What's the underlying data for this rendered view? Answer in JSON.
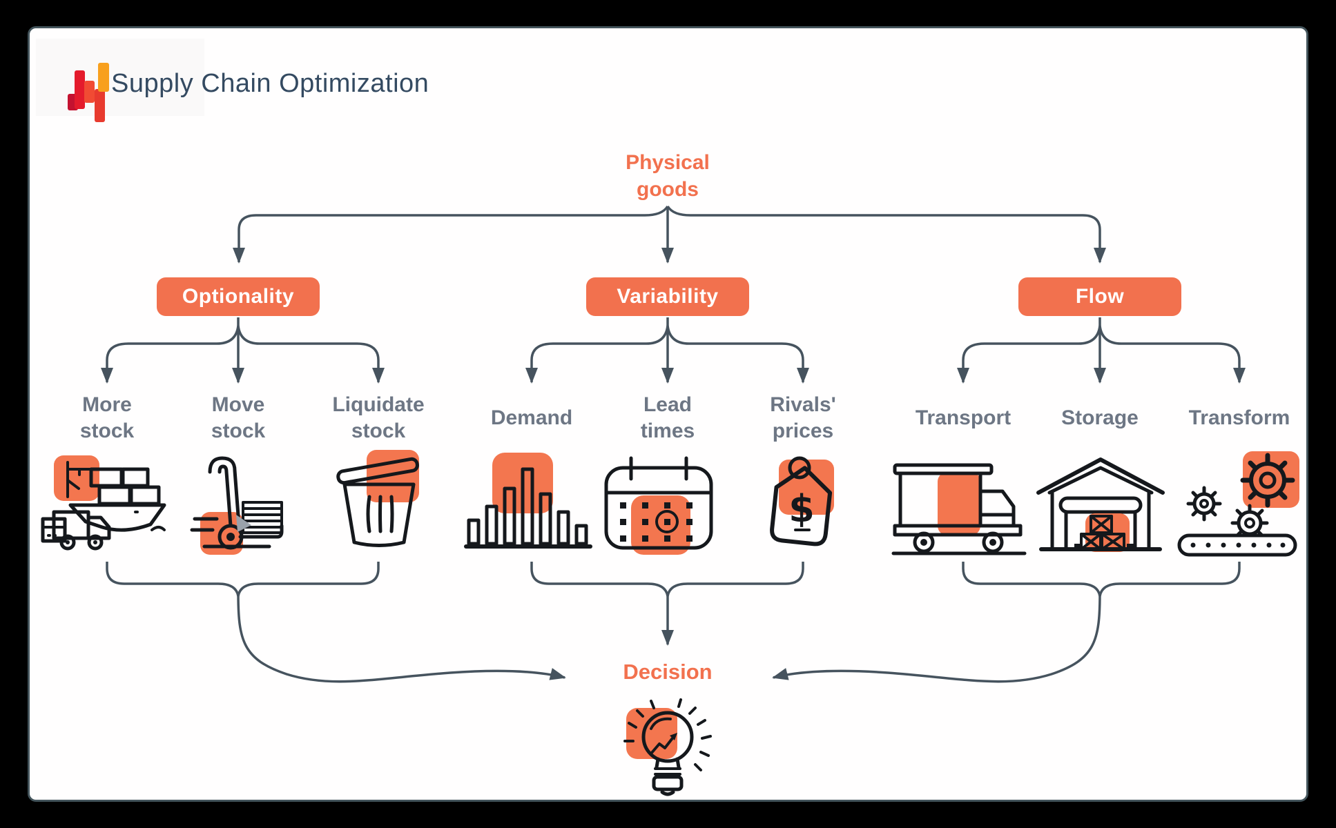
{
  "window": {
    "background": "#000000",
    "card_background": "#fffefe",
    "card_border": "#43545b"
  },
  "header": {
    "title": "Supply Chain Optimization",
    "title_color": "#344a61",
    "logo_bar_colors": [
      "#c41230",
      "#e41b2c",
      "#f14b33",
      "#e83a2e",
      "#f8a01d"
    ]
  },
  "palette": {
    "accent_orange": "#f2714e",
    "blob_orange": "#f3764f",
    "label_gray": "#6d7684",
    "connector_slate": "#46535e",
    "icon_stroke": "#15181c",
    "cursor_gray": "#9aa2ab"
  },
  "diagram": {
    "root": {
      "label": "Physical goods"
    },
    "branches": [
      {
        "label": "Optionality",
        "children": [
          {
            "label": "More stock",
            "icon": "cargo-ship-truck-icon"
          },
          {
            "label": "Move stock",
            "icon": "hand-truck-icon"
          },
          {
            "label": "Liquidate stock",
            "icon": "trash-can-icon"
          }
        ]
      },
      {
        "label": "Variability",
        "children": [
          {
            "label": "Demand",
            "icon": "bar-chart-icon"
          },
          {
            "label": "Lead times",
            "icon": "calendar-icon"
          },
          {
            "label": "Rivals' prices",
            "icon": "price-tag-icon"
          }
        ]
      },
      {
        "label": "Flow",
        "children": [
          {
            "label": "Transport",
            "icon": "delivery-truck-icon"
          },
          {
            "label": "Storage",
            "icon": "warehouse-icon"
          },
          {
            "label": "Transform",
            "icon": "gears-conveyor-icon"
          }
        ]
      }
    ],
    "sink": {
      "label": "Decision",
      "icon": "idea-lightbulb-icon"
    },
    "dollar_glyph": "$"
  }
}
